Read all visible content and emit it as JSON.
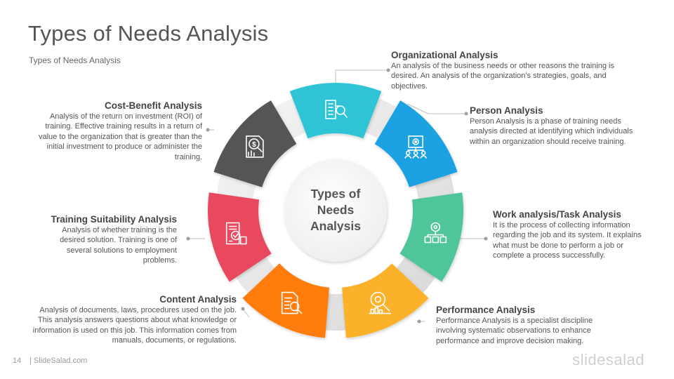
{
  "header": {
    "title": "Types of Needs Analysis",
    "subtitle": "Types of Needs Analysis"
  },
  "center": {
    "line1": "Types of",
    "line2": "Needs",
    "line3": "Analysis"
  },
  "segments": [
    {
      "title": "Organizational Analysis",
      "description": "An analysis of the business needs or other reasons the training is desired. An analysis of the organization's strategies, goals, and objectives.",
      "color": "#2EC4D6",
      "icon": "building-search-icon"
    },
    {
      "title": "Person Analysis",
      "description": "Person Analysis is a phase of training needs analysis directed at identifying which individuals within an organization should receive training.",
      "color": "#1BA1E2",
      "icon": "people-settings-icon"
    },
    {
      "title": "Work analysis/Task Analysis",
      "description": "It is the process of collecting information regarding the job and its system. It explains what must be done to perform a job or complete a process successfully.",
      "color": "#4FC69A",
      "icon": "gear-workflow-icon"
    },
    {
      "title": "Performance Analysis",
      "description": "Performance Analysis is a specialist discipline involving systematic observations to enhance performance and improve decision making.",
      "color": "#FBB12A",
      "icon": "gear-chart-search-icon"
    },
    {
      "title": "Content Analysis",
      "description": "Analysis of documents, laws, procedures used on the job. This analysis answers questions about what knowledge or information is used on this job. This information comes from manuals, documents, or regulations.",
      "color": "#FF7B0F",
      "icon": "document-search-icon"
    },
    {
      "title": "Training Suitability Analysis",
      "description": "Analysis of whether training is the desired solution. Training is one of several solutions to employment problems.",
      "color": "#E84A5F",
      "icon": "checklist-document-icon"
    },
    {
      "title": "Cost-Benefit Analysis",
      "description": "Analysis of the return on investment (ROI) of training. Effective training results in a return of value to the organization that is greater than the initial investment to produce or administer the training.",
      "color": "#555555",
      "icon": "dollar-report-search-icon"
    }
  ],
  "footer": {
    "page_number": "14",
    "site": "| SlideSalad.com",
    "brand": "slidesalad"
  }
}
